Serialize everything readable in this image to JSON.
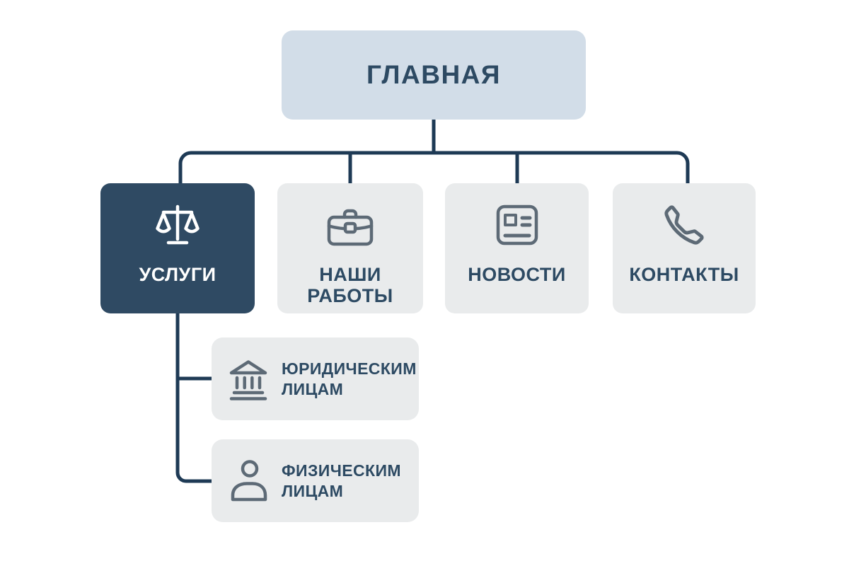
{
  "diagram_type": "sitemap-tree",
  "nodes": {
    "home": {
      "label": "ГЛАВНАЯ"
    },
    "services": {
      "label": "УСЛУГИ",
      "icon": "scales-icon"
    },
    "works": {
      "label": "НАШИ\nРАБОТЫ",
      "icon": "briefcase-icon"
    },
    "news": {
      "label": "НОВОСТИ",
      "icon": "newspaper-icon"
    },
    "contacts": {
      "label": "КОНТАКТЫ",
      "icon": "phone-icon"
    },
    "legal": {
      "label": "ЮРИДИЧЕСКИМ\nЛИЦАМ",
      "icon": "bank-icon"
    },
    "individuals": {
      "label": "ФИЗИЧЕСКИМ\nЛИЦАМ",
      "icon": "person-icon"
    }
  },
  "colors": {
    "background": "#ffffff",
    "home_node_bg": "#d2dde8",
    "active_node_bg": "#2f4a63",
    "node_bg": "#e9ebec",
    "text_dark": "#2d4a63",
    "text_light": "#ffffff",
    "icon_gray": "#5d6a76",
    "connector_line": "#1e3a55"
  }
}
